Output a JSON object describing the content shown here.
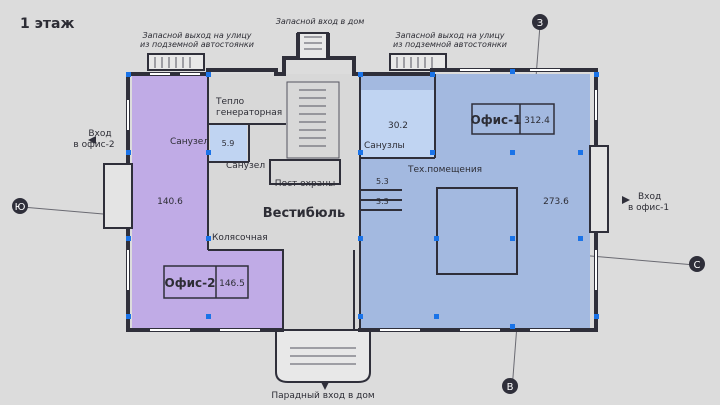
{
  "floor_title": "1 этаж",
  "compass": {
    "north": "З",
    "south": "В",
    "east": "С",
    "west": "Ю"
  },
  "entrances": {
    "garage_exit_left": [
      "Запасной выход на улицу",
      "из подземной автостоянки"
    ],
    "garage_exit_right": [
      "Запасной выход на улицу",
      "из подземной автостоянки"
    ],
    "emergency_house": "Запасной вход в дом",
    "office2_entry": [
      "Вход",
      "в офис-2"
    ],
    "office1_entry": [
      "Вход",
      "в офис-1"
    ],
    "main_entry": "Парадный вход в дом"
  },
  "rooms": {
    "office1_name": "Офис-1",
    "office1_area": "312.4",
    "office1_hall_area": "273.6",
    "office1_wc_area": "30.2",
    "office1_wc_label": "Санузлы",
    "tech_label": "Тех.помещения",
    "tech_a_area": "5.3",
    "tech_b_area": "3.3",
    "office2_name": "Офис-2",
    "office2_area": "146.5",
    "office2_hall_area": "140.6",
    "office2_wc_label": "Санузел",
    "office2_wc_area": "5.9",
    "lobby_wc_label": "Санузел",
    "heat_label": [
      "Тепло",
      "генераторная"
    ],
    "guard_label": "Пост охраны",
    "lobby_label": "Вестибюль",
    "stroller_label": "Колясочная"
  },
  "colors": {
    "background": "#dcdcdc",
    "office1_fill": "#a3b9e0",
    "office1_wc_fill": "#c0d4f2",
    "office2_fill": "#c0abe6",
    "wall": "#2f2f3a",
    "marker": "#1a73e8"
  }
}
